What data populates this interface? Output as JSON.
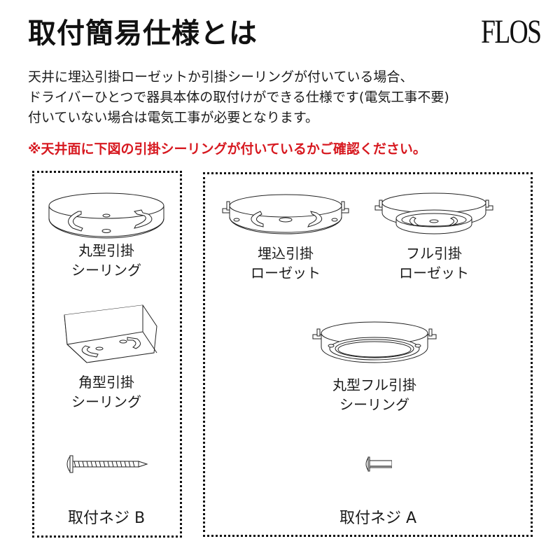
{
  "header": {
    "title": "取付簡易仕様とは",
    "brand_logo": "FLOS"
  },
  "description": {
    "lines": [
      "天井に埋込引掛ローゼットか引掛シーリングが付いている場合、",
      "ドライバーひとつで器具本体の取付けができる仕様です(電気工事不要)",
      "付いていない場合は電気工事が必要となります。"
    ]
  },
  "notice": {
    "text": "※天井面に下図の引掛シーリングが付いているかご確認ください。",
    "color": "#d71920"
  },
  "left_panel": {
    "items": [
      {
        "icon": "round-ceiling-socket-icon",
        "label_line1": "丸型引掛",
        "label_line2": "シーリング"
      },
      {
        "icon": "square-ceiling-socket-icon",
        "label_line1": "角型引掛",
        "label_line2": "シーリング"
      }
    ],
    "screw": {
      "icon": "long-wood-screw-icon",
      "label": "取付ネジ B"
    }
  },
  "right_panel": {
    "items": [
      {
        "icon": "embedded-rosette-icon",
        "label_line1": "埋込引掛",
        "label_line2": "ローゼット"
      },
      {
        "icon": "full-rosette-icon",
        "label_line1": "フル引掛",
        "label_line2": "ローゼット"
      },
      {
        "icon": "round-full-ceiling-socket-icon",
        "label_line1": "丸型フル引掛",
        "label_line2": "シーリング"
      }
    ],
    "screw": {
      "icon": "short-machine-screw-icon",
      "label": "取付ネジ A"
    }
  }
}
